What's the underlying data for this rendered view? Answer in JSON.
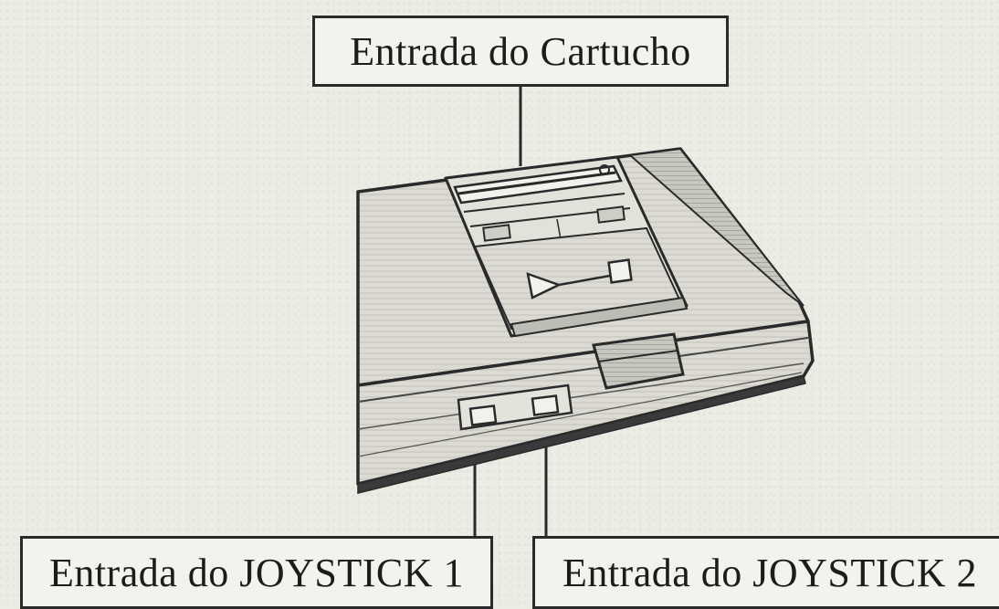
{
  "labels": {
    "cartridge_slot": "Entrada do Cartucho",
    "joystick_1": "Entrada do JOYSTICK 1",
    "joystick_2": "Entrada do JOYSTICK 2"
  },
  "colors": {
    "paper": "#ecebe4",
    "ink": "#2a2a2a",
    "console_shade": "#d8d7d0"
  }
}
